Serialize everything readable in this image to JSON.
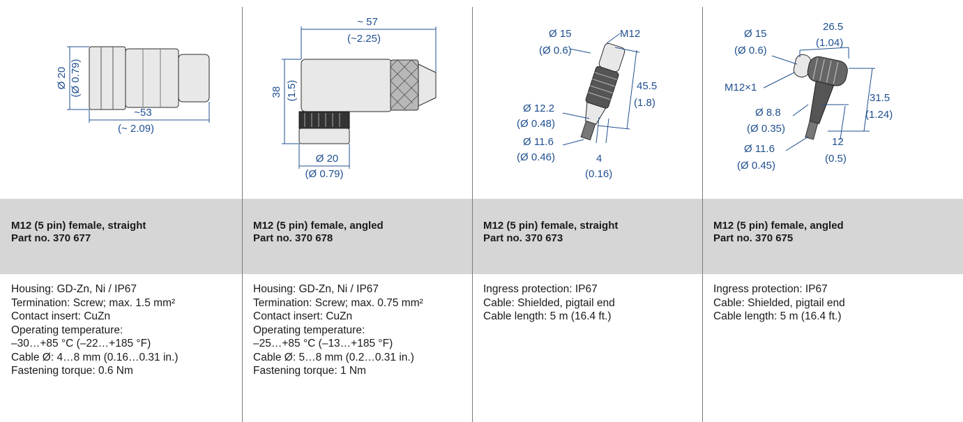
{
  "products": [
    {
      "title": "M12 (5 pin) female, straight",
      "part": "Part no. 370 677",
      "dims": {
        "d1": "Ø 20",
        "d2": "(Ø 0.79)",
        "l1": "~53",
        "l2": "(~ 2.09)"
      },
      "specs": [
        "Housing: GD-Zn, Ni / IP67",
        "Termination: Screw; max. 1.5 mm²",
        "Contact insert: CuZn",
        "Operating temperature:",
        "–30…+85 °C (–22…+185 °F)",
        "Cable Ø: 4…8 mm (0.16…0.31 in.)",
        "Fastening torque: 0.6 Nm"
      ]
    },
    {
      "title": "M12 (5 pin) female, angled",
      "part": "Part no. 370 678",
      "dims": {
        "l1": "~ 57",
        "l2": "(~2.25)",
        "h1": "38",
        "h2": "(1.5)",
        "d1": "Ø 20",
        "d2": "(Ø 0.79)"
      },
      "specs": [
        "Housing: GD-Zn, Ni / IP67",
        "Termination: Screw; max. 0.75 mm²",
        "Contact insert: CuZn",
        "Operating temperature:",
        "–25…+85 °C (–13…+185 °F)",
        "Cable Ø: 5…8 mm (0.2…0.31 in.)",
        "Fastening torque: 1 Nm"
      ]
    },
    {
      "title": "M12 (5 pin) female, straight",
      "part": "Part no. 370 673",
      "dims": {
        "a1": "Ø 15",
        "a2": "(Ø 0.6)",
        "m": "M12",
        "b1": "Ø 12.2",
        "b2": "(Ø 0.48)",
        "c1": "Ø 11.6",
        "c2": "(Ø 0.46)",
        "l1": "45.5",
        "l2": "(1.8)",
        "s1": "4",
        "s2": "(0.16)"
      },
      "specs": [
        "Ingress protection: IP67",
        "Cable: Shielded, pigtail end",
        "Cable length: 5 m (16.4 ft.)"
      ]
    },
    {
      "title": "M12 (5 pin) female, angled",
      "part": "Part no. 370 675",
      "dims": {
        "a1": "Ø 15",
        "a2": "(Ø 0.6)",
        "w1": "26.5",
        "w2": "(1.04)",
        "m": "M12×1",
        "b1": "Ø 8.8",
        "b2": "(Ø 0.35)",
        "c1": "Ø 11.6",
        "c2": "(Ø 0.45)",
        "l1": "31.5",
        "l2": "(1.24)",
        "s1": "12",
        "s2": "(0.5)"
      },
      "specs": [
        "Ingress protection: IP67",
        "Cable: Shielded, pigtail end",
        "Cable length: 5 m (16.4 ft.)"
      ]
    }
  ]
}
